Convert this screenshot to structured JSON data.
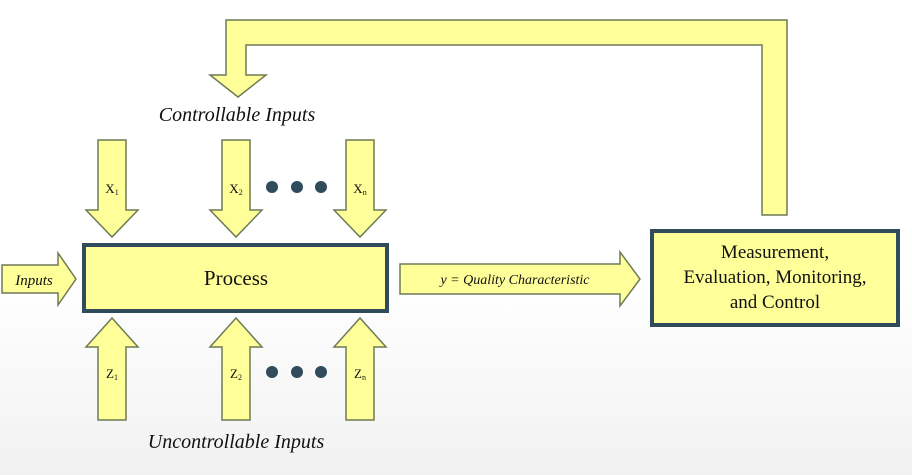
{
  "labels": {
    "controllable_inputs": "Controllable Inputs",
    "uncontrollable_inputs": "Uncontrollable Inputs",
    "inputs": "Inputs",
    "process": "Process",
    "output": "y = Quality Characteristic",
    "measure_line1": "Measurement,",
    "measure_line2": "Evaluation, Monitoring,",
    "measure_line3": "and Control"
  },
  "controllable": [
    {
      "base": "X",
      "sub": "1"
    },
    {
      "base": "X",
      "sub": "2"
    },
    {
      "base": "X",
      "sub": "n"
    }
  ],
  "uncontrollable": [
    {
      "base": "Z",
      "sub": "1"
    },
    {
      "base": "Z",
      "sub": "2"
    },
    {
      "base": "Z",
      "sub": "n"
    }
  ],
  "colors": {
    "fill": "#ffff99",
    "stroke": "#2f4b5c",
    "dot": "#2f4b5c"
  }
}
